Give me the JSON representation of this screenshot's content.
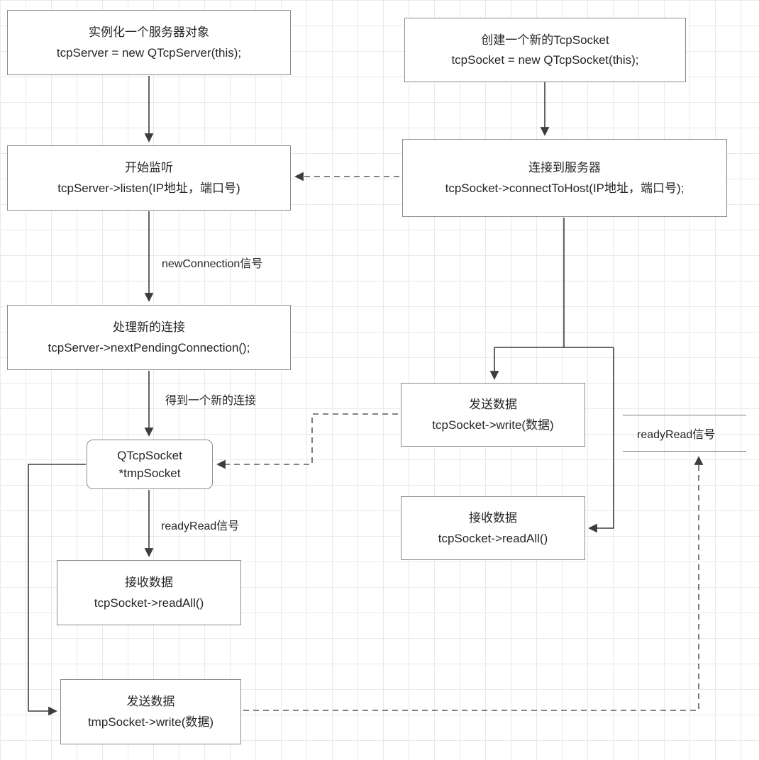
{
  "diagram": {
    "nodes": {
      "server_create": {
        "line1": "实例化一个服务器对象",
        "line2": "tcpServer = new QTcpServer(this);"
      },
      "server_listen": {
        "line1": "开始监听",
        "line2": "tcpServer->listen(IP地址，端口号)"
      },
      "server_next": {
        "line1": "处理新的连接",
        "line2": "tcpServer->nextPendingConnection();"
      },
      "tmp_socket": {
        "line1": "QTcpSocket",
        "line2": "*tmpSocket"
      },
      "server_recv": {
        "line1": "接收数据",
        "line2": "tcpSocket->readAll()"
      },
      "server_send": {
        "line1": "发送数据",
        "line2": "tmpSocket->write(数据)"
      },
      "client_create": {
        "line1": "创建一个新的TcpSocket",
        "line2": "tcpSocket = new QTcpSocket(this);"
      },
      "client_connect": {
        "line1": "连接到服务器",
        "line2": "tcpSocket->connectToHost(IP地址，端口号);"
      },
      "client_send": {
        "line1": "发送数据",
        "line2": "tcpSocket->write(数据)"
      },
      "client_recv": {
        "line1": "接收数据",
        "line2": "tcpSocket->readAll()"
      }
    },
    "labels": {
      "new_connection": "newConnection信号",
      "got_new_connection": "得到一个新的连接",
      "ready_read_server": "readyRead信号",
      "ready_read_client": "readyRead信号"
    },
    "colors": {
      "box_border": "#8c8c8c",
      "line": "#3d3d3d",
      "dashed_line": "#5a5a5a",
      "grid": "#e9e9e9",
      "text": "#262626"
    }
  }
}
